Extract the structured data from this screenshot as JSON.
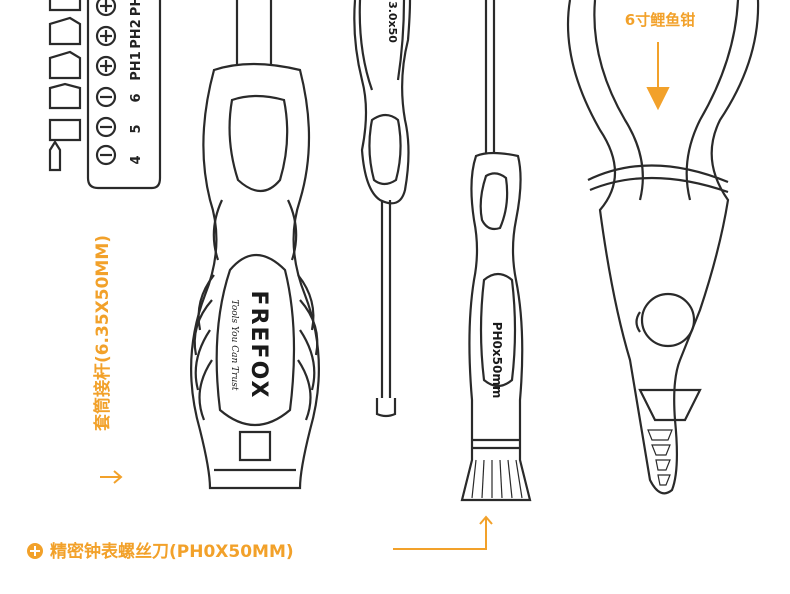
{
  "product": {
    "brand": "FREFOX",
    "tagline": "Tools You Can Trust"
  },
  "bits": {
    "sizes": [
      "4",
      "5",
      "6",
      "PH1",
      "PH2",
      "PH"
    ]
  },
  "screwdrivers": {
    "slotted_size": "3.0x50",
    "phillips_size": "PH0x50mm"
  },
  "labels": {
    "socket_extension": "套筒接杆(6.35X50MM)",
    "precision_driver": "精密钟表螺丝刀(PH0X50MM)",
    "pliers": "6寸鲤鱼钳"
  },
  "colors": {
    "accent": "#f2a12a",
    "line": "#2a2a2a"
  },
  "icons": [
    "circle-plus-icon",
    "arrow-right-icon",
    "arrow-down-icon",
    "arrow-up-icon"
  ]
}
